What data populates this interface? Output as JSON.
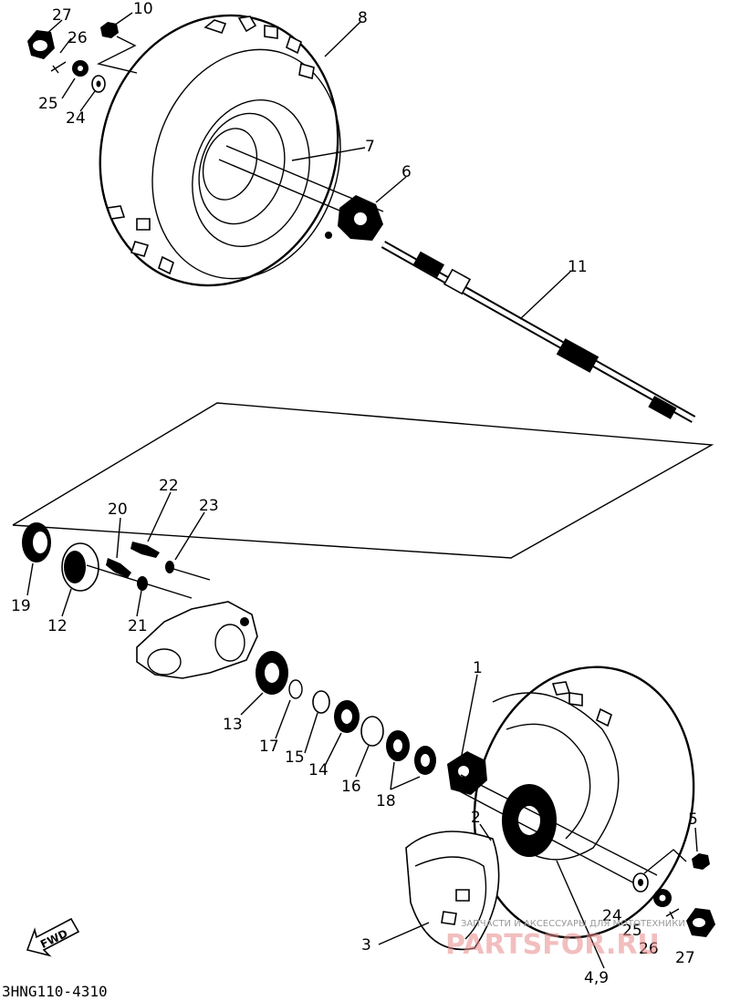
{
  "diagram": {
    "part_numbers": {
      "p1": "1",
      "p2": "2",
      "p3": "3",
      "p4_9": "4,9",
      "p5": "5",
      "p6": "6",
      "p7": "7",
      "p8": "8",
      "p10": "10",
      "p11": "11",
      "p12": "12",
      "p13": "13",
      "p14": "14",
      "p15": "15",
      "p16": "16",
      "p17": "17",
      "p18": "18",
      "p19": "19",
      "p20": "20",
      "p21": "21",
      "p22": "22",
      "p23": "23",
      "p24_top": "24",
      "p25_top": "25",
      "p26_top": "26",
      "p27_top": "27",
      "p24_bot": "24",
      "p25_bot": "25",
      "p26_bot": "26",
      "p27_bot": "27"
    },
    "fwd_label": "FWD",
    "diagram_code": "3HNG110-4310",
    "watermark_small": "ЗАПЧАСТИ И АКСЕССУАРЫ ДЛЯ МОТОТЕХНИКИ",
    "watermark_logo": "PARTSFOR.RU"
  }
}
